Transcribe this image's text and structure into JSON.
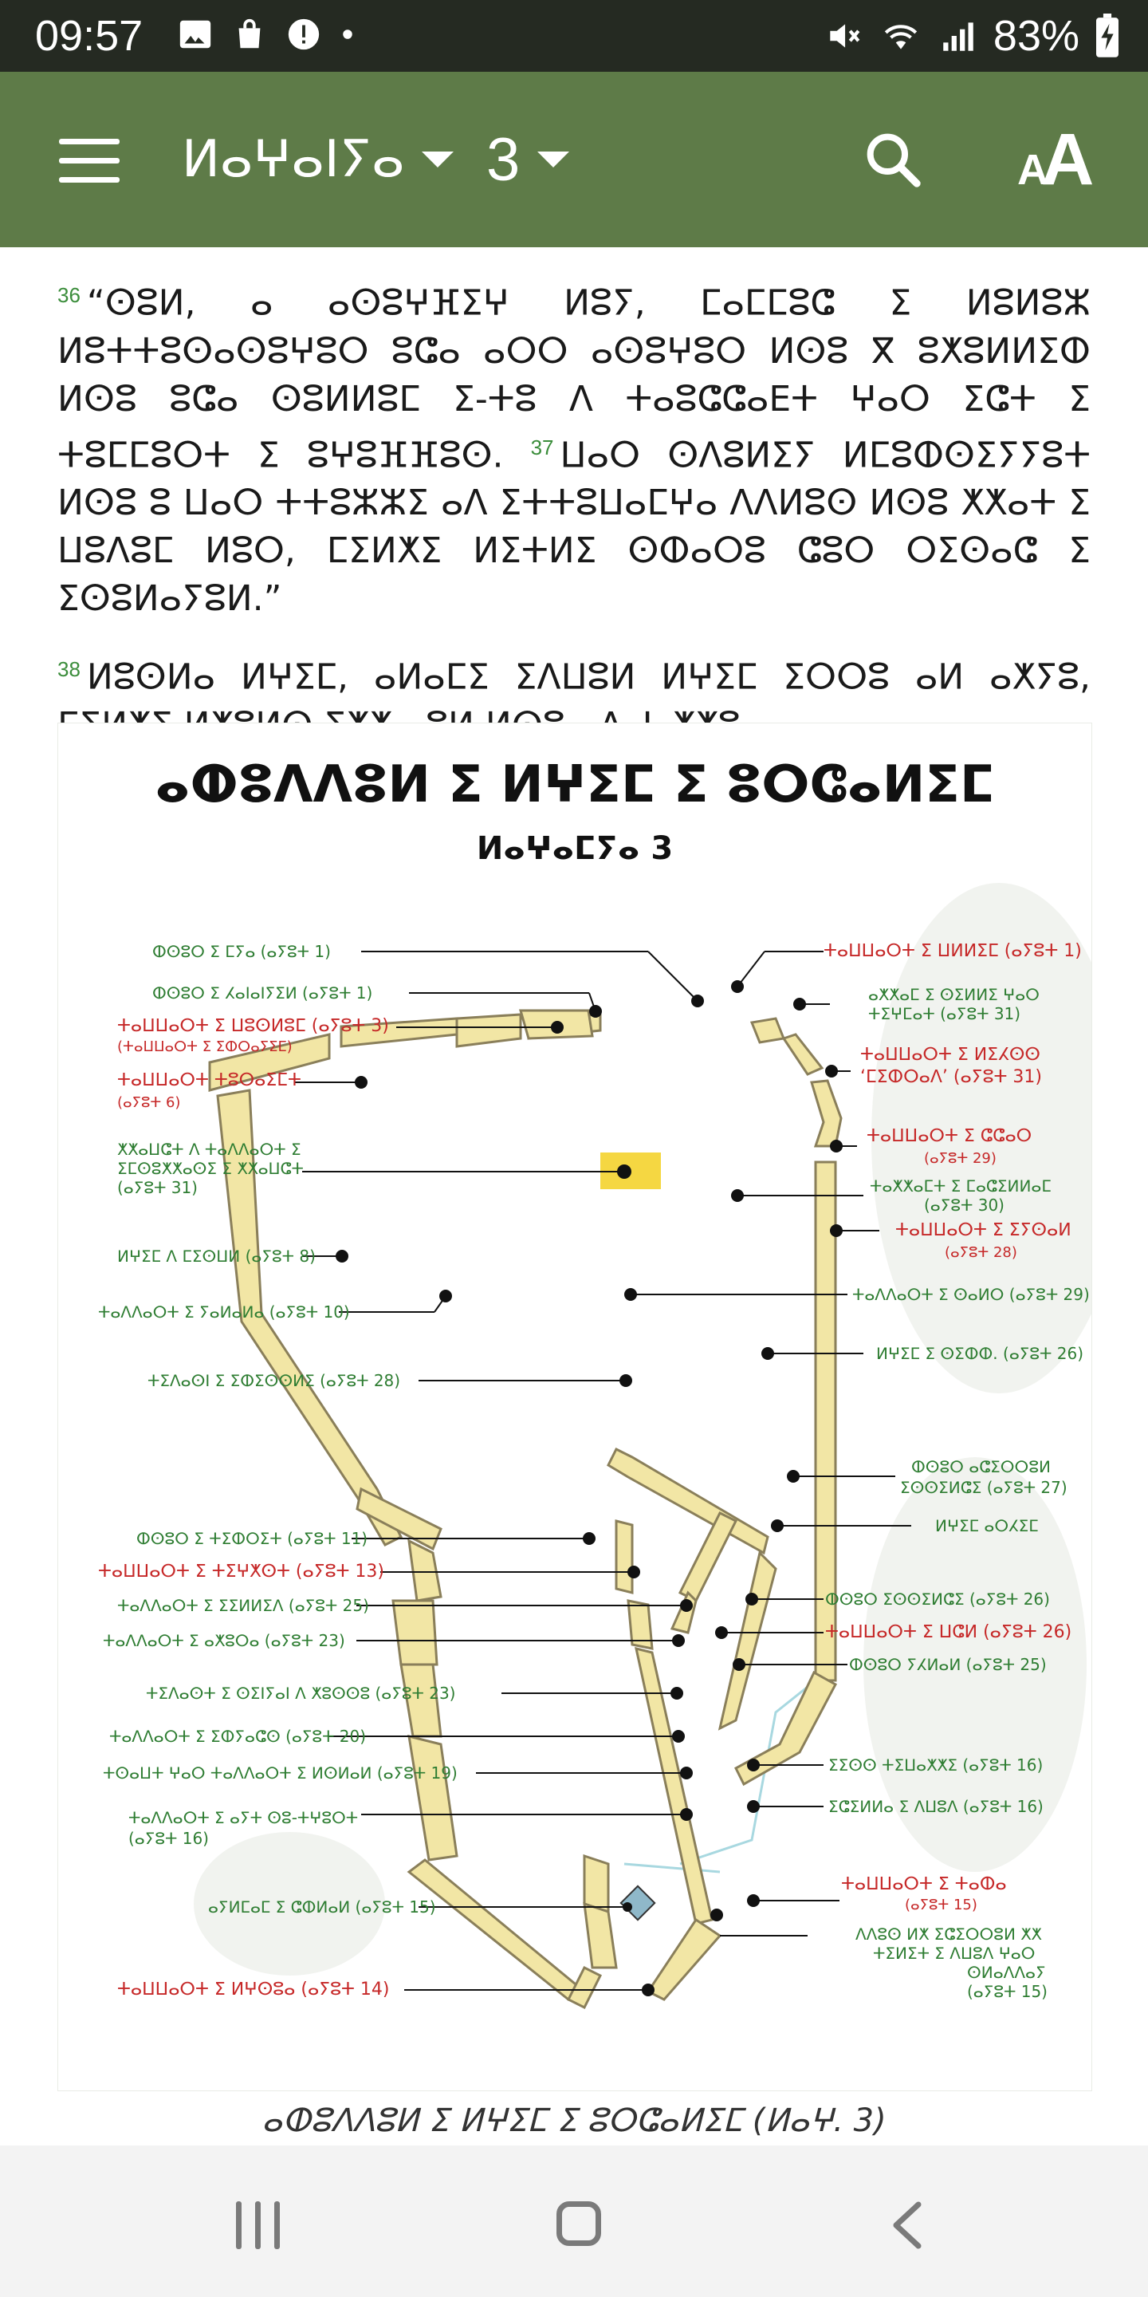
{
  "status_bar": {
    "time": "09:57",
    "battery_percent": "83%",
    "icons": [
      "image-icon",
      "shopping-bag-icon",
      "alert-icon",
      "dot-icon",
      "mute-icon",
      "wifi-icon",
      "signal-icon",
      "battery-charging-icon"
    ]
  },
  "app_bar": {
    "book": "ⵍⴰⵖⴰⵏⵢⴰ",
    "chapter": "3",
    "icons": [
      "menu-icon",
      "search-icon",
      "text-size-icon"
    ],
    "text_size_small": "A",
    "text_size_big": "A"
  },
  "verses": [
    {
      "num_a": "36",
      "text_a": "“ⵙⵓⵍ, ⴰ ⴰⵙⵓⵖⴼⵉⵖ ⵍⵓⵢ, ⵎⴰⵎⵎⵓⵛ ⵉ ⵍⵓⵍⵓⵣ ⵍⵓⵜⵜⵓⵙⴰⵙⵓⵖⵓⵔ ⵓⵛⴰ ⴰⵔⵔ ⴰⵙⵓⵖⵓⵔ ⵍⵙⵓ ⴳ ⵓⵅⵓⵍⵍⵉⵀ ⵍⵙⵓ ⵓⵛⴰ ⵙⵓⵍⵍⵓⵎ ⵉ-ⵜⵓ ⴷ ⵜⴰⵓⵛⵛⴰⴹⵜ ⵖⴰⵔ ⵉⵛⵜ ⵉ ⵜⵓⵎⵎⵓⵔⵜ ⵉ ⵓⵖⵓⴼⴼⵓⵙ.",
      "num_b": "37",
      "text_b": "ⵡⴰⵔ ⵙⴷⵓⵍⵉⵢ ⵍⵎⵓⵀⵙⵉⵢⵢⵓⵜ ⵍⵙⵓ ⵓ ⵡⴰⵔ ⵜⵜⵓⵣⵣⵉ ⴰⴷ ⵉⵜⵜⵓⵡⴰⵎⵖⴰ ⴷⴷⵍⵓⵙ ⵍⵙⵓ ⵅⵅⴰⵜ ⵉ ⵡⵓⴷⵓⵎ ⵍⵓⵔ, ⵎⵉⵍⵅⵉ ⵍⵉⵜⵍⵉ ⵙⵀⴰⵔⵓ ⵛⵓⵔ ⵔⵉⵙⴰⵛ ⵉ ⵉⵙⵓⵍⴰⵢⵓⵍ.”"
    },
    {
      "num": "38",
      "text": "ⵍⵓⵙⵍⴰ ⵍⵖⵉⵎ, ⴰⵍⴰⵎⵉ ⵉⴷⵡⵓⵍ ⵍⵖⵉⵎ ⵉⵔⵔⵓ ⴰⵍ ⴰⵅⵢⵓ, ⵎⵉⵍⵅⵉ ⵍⵅⵓⵍⵙ ⵉⵅⵅⴰ ⵓⵍ ⵍⵙⵓ ⴰⴷ ⵜ ⵅⵅⵓ."
    }
  ],
  "map": {
    "title": "ⴰⵀⵓⴷⴷⵓⵍ ⵉ ⵍⵖⵉⵎ ⵉ ⵓⵔⵛⴰⵍⵉⵎ",
    "subtitle": "ⵍⴰⵖⴰⵎⵢⴰ 3",
    "labels": [
      {
        "text": "ⵀⵙⵓⵔ ⵉ ⵎⵢⴰ (ⴰⵢⵓⵜ 1)",
        "color": "#2e7d32"
      },
      {
        "text": "ⵀⵙⵓⵔ ⵉ ⵃⴰⵏⴰⵏⵢⵉⵍ (ⴰⵢⵓⵜ 1)",
        "color": "#2e7d32"
      },
      {
        "text": "ⵜⴰⵡⵡⴰⵔⵜ ⵉ ⵡⵓⵙⵍⵓⵎ (ⴰⵢⵓⵜ 3)",
        "color": "#c62828"
      },
      {
        "text": "(ⵜⴰⵡⵡⴰⵔⵜ ⵉ ⵉⵀⵔⴰⵢⵉⵎ)",
        "color": "#c62828"
      },
      {
        "text": "ⵜⴰⵡⵡⴰⵔⵜ ⵜⵓⵔⴰⵉⵎⵜ",
        "color": "#c62828"
      },
      {
        "text": "(ⴰⵢⵓⵜ 6)",
        "color": "#c62828"
      },
      {
        "text": "ⵅⵅⴰⵡⵛⵜ ⴷ ⵜⴰⴷⴷⴰⵔⵜ ⵉ",
        "color": "#2e7d32"
      },
      {
        "text": "ⵉⵎⵙⵓⵅⵅⴰⵙⵉ ⵉ ⵅⵅⴰⵡⵛⵜ",
        "color": "#2e7d32"
      },
      {
        "text": "(ⴰⵢⵓⵜ 31)",
        "color": "#2e7d32"
      },
      {
        "text": "ⵍⵖⵉⵎ ⴷ ⵎⵉⵙⵡⵍ (ⴰⵢⵓⵜ 8)",
        "color": "#2e7d32"
      },
      {
        "text": "ⵜⴰⴷⴷⴰⵔⵜ ⵉ ⵢⴰⵍⴰⵍⴰ (ⴰⵢⵓⵜ 10)",
        "color": "#2e7d32"
      },
      {
        "text": "ⵜⵉⴷⴰⵙⵏ ⵉ ⵉⵀⵉⵙⵙⵍⵉ (ⴰⵢⵓⵜ 28)",
        "color": "#2e7d32"
      },
      {
        "text": "ⵀⵙⵓⵔ ⵉ ⵜⵉⵀⵔⵉⵜ (ⴰⵢⵓⵜ 11)",
        "color": "#2e7d32"
      },
      {
        "text": "ⵜⴰⵡⵡⴰⵔⵜ ⵉ ⵜⵉⵖⵅⵙⵜ (ⴰⵢⵓⵜ 13)",
        "color": "#c62828"
      },
      {
        "text": "ⵜⴰⴷⴷⴰⵔⵜ ⵉ ⵉⵉⵍⵍⵉⴷ (ⴰⵢⵓⵜ 25)",
        "color": "#2e7d32"
      },
      {
        "text": "ⵜⴰⴷⴷⴰⵔⵜ ⵉ ⴰⵅⵓⵔⴰ (ⴰⵢⵓⵜ 23)",
        "color": "#2e7d32"
      },
      {
        "text": "ⵜⵉⴷⴰⵙⵜ ⵉ ⵙⵉⵏⵢⴰⵏ ⴷ ⵅⵓⵙⵙⵓ (ⴰⵢⵓⵜ 23)",
        "color": "#2e7d32"
      },
      {
        "text": "ⵜⴰⴷⴷⴰⵔⵜ ⵉ ⵉⵀⵢⴰⵛⵙ (ⴰⵢⵓⵜ 20)",
        "color": "#2e7d32"
      },
      {
        "text": "ⵜⵙⴰⵡⵜ ⵖⴰⵔ ⵜⴰⴷⴷⴰⵔⵜ ⵉ ⵍⵙⵍⴰⵍ (ⴰⵢⵓⵜ 19)",
        "color": "#2e7d32"
      },
      {
        "text": "ⵜⴰⴷⴷⴰⵔⵜ ⵉ ⴰⵢⵜ ⵙⵓ-ⵜⵖⵓⵔⵜ",
        "color": "#2e7d32"
      },
      {
        "text": "(ⴰⵢⵓⵜ 16)",
        "color": "#2e7d32"
      },
      {
        "text": "ⴰⵢⵍⵎⴰⵎ ⵉ ⵛⵀⵍⴰⵍ (ⴰⵢⵓⵜ 15)",
        "color": "#2e7d32"
      },
      {
        "text": "ⵜⴰⵡⵡⴰⵔⵜ ⵉ ⵍⵖⵙⵓⴰ (ⴰⵢⵓⵜ 14)",
        "color": "#c62828"
      },
      {
        "text": "ⵜⴰⵡⵡⴰⵔⵜ ⵉ ⵡⵍⵍⵉⵎ (ⴰⵢⵓⵜ 1)",
        "color": "#c62828"
      },
      {
        "text": "ⴰⵅⵅⴰⵎ ⵉ ⵙⵉⵍⵍⵉ ⵖⴰⵔ",
        "color": "#2e7d32"
      },
      {
        "text": "ⵜⵉⵖⵎⴰⵜ (ⴰⵢⵓⵜ 31)",
        "color": "#2e7d32"
      },
      {
        "text": "ⵜⴰⵡⵡⴰⵔⵜ ⵉ ⵍⵉⵃⵙⵙ",
        "color": "#c62828"
      },
      {
        "text": "‘ⵎⵉⵀⵔⴰⴷ’ (ⴰⵢⵓⵜ 31)",
        "color": "#c62828"
      },
      {
        "text": "ⵜⴰⵡⵡⴰⵔⵜ ⵉ ⵛⵛⴰⵔ",
        "color": "#c62828"
      },
      {
        "text": "(ⴰⵢⵓⵜ 29)",
        "color": "#c62828"
      },
      {
        "text": "ⵜⴰⵅⵅⴰⵎⵜ ⵉ ⵎⴰⵛⵉⵍⵍⴰⵎ",
        "color": "#2e7d32"
      },
      {
        "text": "(ⴰⵢⵓⵜ 30)",
        "color": "#2e7d32"
      },
      {
        "text": "ⵜⴰⵡⵡⴰⵔⵜ ⵉ ⵉⵢⵙⴰⵍ",
        "color": "#c62828"
      },
      {
        "text": "(ⴰⵢⵓⵜ 28)",
        "color": "#c62828"
      },
      {
        "text": "ⵜⴰⴷⴷⴰⵔⵜ ⵉ ⵙⴰⵍⵔ (ⴰⵢⵓⵜ 29)",
        "color": "#2e7d32"
      },
      {
        "text": "ⵍⵖⵉⵎ ⵉ ⵙⵉⵀⵀ. (ⴰⵢⵓⵜ 26)",
        "color": "#2e7d32"
      },
      {
        "text": "ⵀⵙⵓⵔ ⴰⵛⵉⵔⵔⵓⵍ",
        "color": "#2e7d32"
      },
      {
        "text": "ⵉⵙⵙⵉⵍⵛⵉ (ⴰⵢⵓⵜ 27)",
        "color": "#2e7d32"
      },
      {
        "text": "ⵍⵖⵉⵎ ⴰⵔⵃⵉⵎ",
        "color": "#2e7d32"
      },
      {
        "text": "ⵀⵙⵓⵔ ⵉⵙⵙⵉⵍⵛⵉ (ⴰⵢⵓⵜ 26)",
        "color": "#2e7d32"
      },
      {
        "text": "ⵜⴰⵡⵡⴰⵔⵜ ⵉ ⵡⵛⵍ (ⴰⵢⵓⵜ 26)",
        "color": "#c62828"
      },
      {
        "text": "ⵀⵙⵓⵔ ⵢⵃⵍⴰⵍ (ⴰⵢⵓⵜ 25)",
        "color": "#2e7d32"
      },
      {
        "text": "ⵉⵉⵙⵙ ⵜⵉⵡⴰⵅⵅⵉ (ⴰⵢⵓⵜ 16)",
        "color": "#2e7d32"
      },
      {
        "text": "ⵉⵛⵉⵍⵍⴰ ⵉ ⴷⵡⵓⴷ (ⴰⵢⵓⵜ 16)",
        "color": "#2e7d32"
      },
      {
        "text": "ⵜⴰⵡⵡⴰⵔⵜ ⵉ ⵜⴰⵀⴰ",
        "color": "#c62828"
      },
      {
        "text": "(ⴰⵢⵓⵜ 15)",
        "color": "#c62828"
      },
      {
        "text": "ⴷⴷⵓⵙ ⵍⵅ ⵉⵛⵉⵔⵔⵓⵍ ⵅⵅ",
        "color": "#2e7d32"
      },
      {
        "text": "ⵜⵉⵍⵉⵜ ⵉ ⴷⵡⵓⴷ ⵖⴰⵔ",
        "color": "#2e7d32"
      },
      {
        "text": "ⵙⵍⴰⴷⴷⴰⵢ",
        "color": "#2e7d32"
      },
      {
        "text": "(ⴰⵢⵓⵜ 15)",
        "color": "#2e7d32"
      }
    ]
  },
  "caption": "ⴰⵀⵓⴷⴷⵓⵍ ⵉ ⵍⵖⵉⵎ ⵉ ⵓⵔⵛⴰⵍⵉⵎ (ⵍⴰⵖ. 3)",
  "nav_bar": {
    "icons": [
      "recent-apps-icon",
      "home-icon",
      "back-icon"
    ]
  },
  "colors": {
    "status_bar": "#252a22",
    "app_bar": "#5e7b48",
    "verse_number": "#3b8d3b",
    "map_wall": "#f2e6a5",
    "map_red_label": "#c62828",
    "map_green_label": "#2e7d32",
    "map_highlight": "#f5d742"
  }
}
